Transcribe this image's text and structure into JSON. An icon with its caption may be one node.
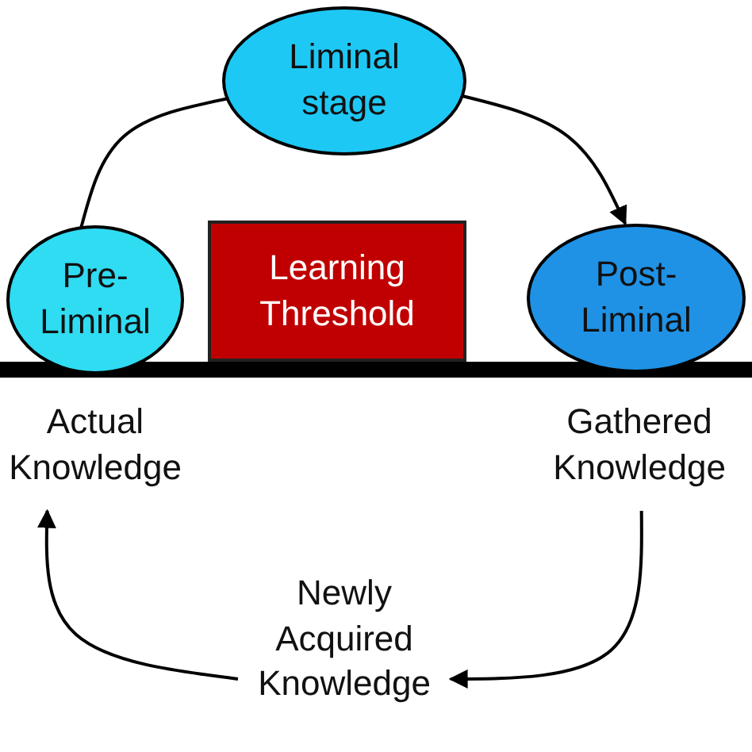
{
  "diagram": {
    "nodes": [
      {
        "text": [
          "Liminal stage"
        ]
      },
      {
        "text": [
          "Pre- Liminal"
        ]
      },
      {
        "text": [
          "Learning Threshold"
        ]
      },
      {
        "text": [
          "Post- Liminal"
        ]
      },
      {
        "text": [
          "Actual Knowledge"
        ]
      },
      {
        "text": [
          "Gathered Knowledge"
        ]
      },
      {
        "text": [
          "Newly Acquired Knowledge"
        ]
      }
    ],
    "edges": [
      {
        "from": 1,
        "to": 0,
        "arrow": "none"
      },
      {
        "from": 0,
        "to": 3,
        "arrow": "to"
      },
      {
        "from": 5,
        "to": 6,
        "arrow": "to"
      },
      {
        "from": 6,
        "to": 4,
        "arrow": "to"
      }
    ]
  }
}
